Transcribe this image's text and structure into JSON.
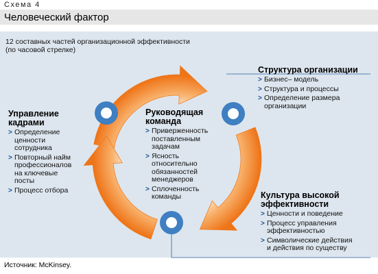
{
  "scheme_label": "Схема 4",
  "title": "Человеческий фактор",
  "intro": [
    "12 составных частей организационной эффективности",
    "(по часовой стрелке)"
  ],
  "blocks": {
    "structure": {
      "heading": [
        "Структура организации"
      ],
      "items": [
        [
          "Бизнес– модель"
        ],
        [
          "Структура и процессы"
        ],
        [
          "Определение размера",
          "организации"
        ]
      ]
    },
    "culture": {
      "heading": [
        "Культура высокой",
        "эффективности"
      ],
      "items": [
        [
          "Ценности и поведение"
        ],
        [
          "Процесс управления",
          "эффективностью"
        ],
        [
          "Символические действия",
          "и действия по существу"
        ]
      ]
    },
    "hr": {
      "heading": [
        "Управление",
        "кадрами"
      ],
      "items": [
        [
          "Определение",
          "ценности",
          "сотрудника"
        ],
        [
          "Повторный найм",
          "профессионалов",
          "на ключевые",
          "посты"
        ],
        [
          "Процесс отбора"
        ]
      ]
    },
    "team": {
      "heading": [
        "Руководящая",
        "команда"
      ],
      "items": [
        [
          "Приверженность",
          "поставленным",
          "задачам"
        ],
        [
          "Ясность",
          "относительно",
          "обязанностей",
          "менеджеров"
        ],
        [
          "Сплоченность",
          "команды"
        ]
      ]
    }
  },
  "source": "Источник: McKinsey.",
  "colors": {
    "arrow_outer": "#ef7a1e",
    "arrow_inner": "#fbd7ad",
    "node_ring": "#3f7fc2",
    "node_center": "#ffffff",
    "panel_bg": "#dde6ee",
    "title_bar_bg": "#e6e6e6",
    "bullet": "#1a4f96"
  }
}
